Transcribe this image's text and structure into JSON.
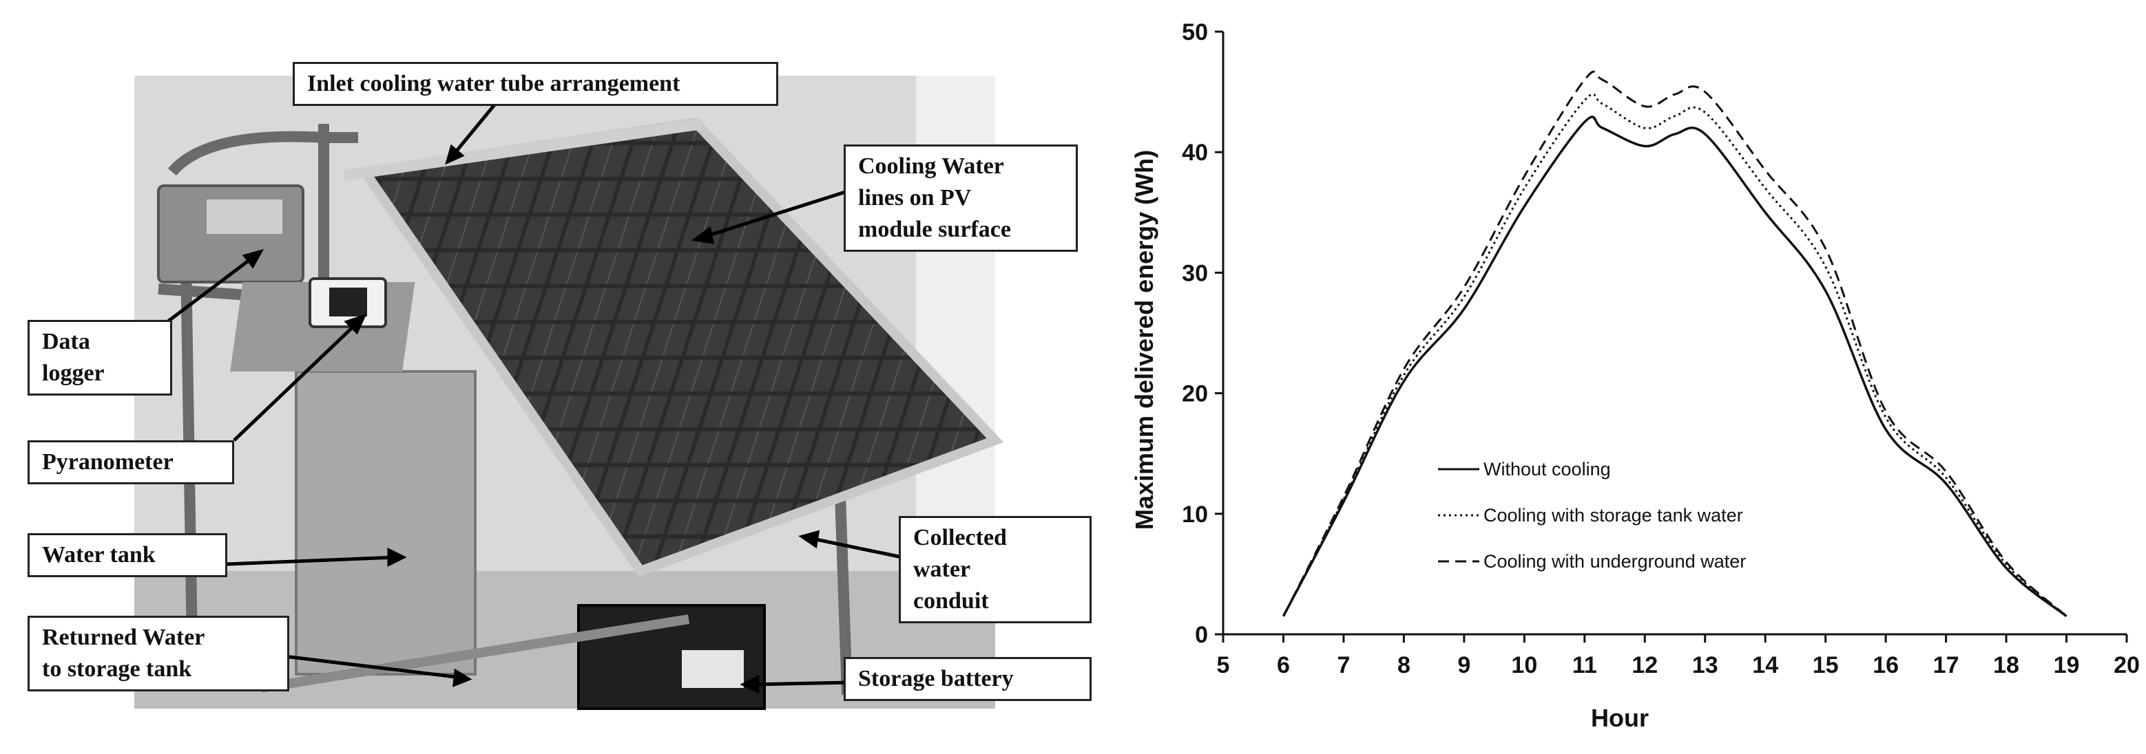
{
  "photo": {
    "callouts": {
      "inlet": "Inlet cooling water tube arrangement",
      "cooling_lines": "Cooling Water\nlines on PV\nmodule surface",
      "data_logger": "Data\nlogger",
      "pyranometer": "Pyranometer",
      "water_tank": "Water tank",
      "collected": "Collected\nwater\nconduit",
      "returned": "Returned Water\nto storage tank",
      "battery": "Storage battery"
    }
  },
  "chart_data": {
    "type": "line",
    "xlabel": "Hour",
    "ylabel": "Maximum delivered energy (Wh)",
    "xlim": [
      5,
      20
    ],
    "ylim": [
      0,
      50
    ],
    "xticks": [
      5,
      6,
      7,
      8,
      9,
      10,
      11,
      12,
      13,
      14,
      15,
      16,
      17,
      18,
      19,
      20
    ],
    "yticks": [
      0,
      10,
      20,
      30,
      40,
      50
    ],
    "grid": false,
    "legend_position": "center-bottom",
    "series": [
      {
        "name": "Without cooling",
        "style": "solid",
        "x": [
          6,
          7,
          8,
          9,
          10,
          11,
          11.3,
          12,
          12.5,
          13,
          14,
          15,
          16,
          17,
          18,
          19
        ],
        "y": [
          1.5,
          11,
          21,
          27,
          35.5,
          42.5,
          42,
          40.5,
          41.5,
          41.5,
          35,
          28.5,
          17,
          12.5,
          5.5,
          1.5
        ]
      },
      {
        "name": "Cooling with storage tank water",
        "style": "dotted",
        "x": [
          6,
          7,
          8,
          9,
          10,
          11,
          11.3,
          12,
          12.5,
          13,
          14,
          15,
          16,
          17,
          18,
          19
        ],
        "y": [
          1.5,
          11.2,
          21.5,
          28,
          37,
          44.3,
          44,
          42,
          43,
          43.3,
          37,
          30.5,
          18,
          13,
          5.8,
          1.5
        ]
      },
      {
        "name": "Cooling with underground water",
        "style": "dashed",
        "x": [
          6,
          7,
          8,
          9,
          10,
          11,
          11.3,
          12,
          12.5,
          13,
          14,
          15,
          16,
          17,
          18,
          19
        ],
        "y": [
          1.5,
          11.4,
          22,
          28.8,
          38,
          46,
          46,
          43.8,
          44.8,
          45,
          38.5,
          32,
          18.5,
          13.5,
          6,
          1.5
        ]
      }
    ]
  }
}
